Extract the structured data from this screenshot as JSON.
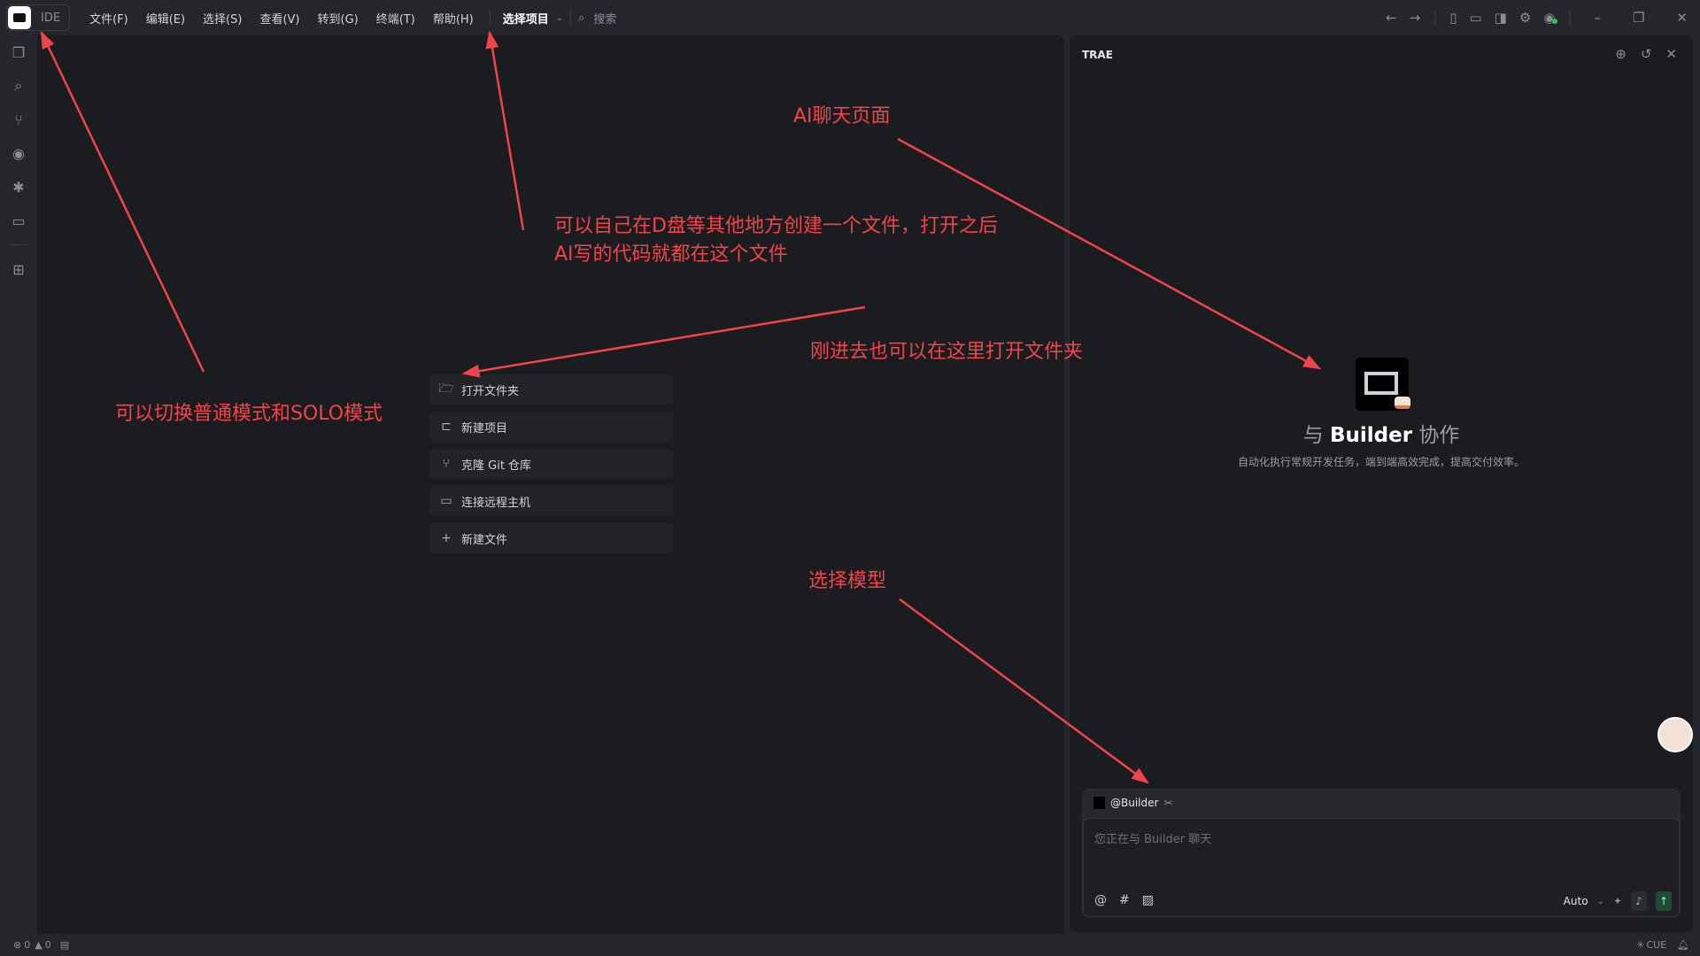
{
  "titlebar": {
    "mode": "IDE",
    "menu": [
      "文件(F)",
      "编辑(E)",
      "选择(S)",
      "查看(V)",
      "转到(G)",
      "终端(T)",
      "帮助(H)"
    ],
    "project": "选择项目",
    "search": "搜索"
  },
  "sidebar": {
    "icons": [
      "files-icon",
      "search-icon",
      "source-control-icon",
      "eye-icon",
      "debug-icon",
      "remote-icon",
      "extensions-icon"
    ]
  },
  "welcome": {
    "items": [
      {
        "icon": "folder-open-icon",
        "label": "打开文件夹"
      },
      {
        "icon": "new-project-icon",
        "label": "新建项目"
      },
      {
        "icon": "git-branch-icon",
        "label": "克隆 Git 仓库"
      },
      {
        "icon": "terminal-icon",
        "label": "连接远程主机"
      },
      {
        "icon": "plus-icon",
        "label": "新建文件"
      }
    ]
  },
  "chat": {
    "title": "TRAE",
    "heading_prefix": "与",
    "heading_name": "Builder",
    "heading_suffix": "协作",
    "subtitle": "自动化执行常规开发任务，端到端高效完成，提高交付效率。",
    "agent": "@Builder",
    "placeholder": "您正在与 Builder 聊天",
    "model": "Auto"
  },
  "status": {
    "errors": "0",
    "warnings": "0",
    "right": "CUE"
  },
  "annotations": {
    "mode": "可以切换普通模式和SOLO模式",
    "file_line1": "可以自己在D盘等其他地方创建一个文件，打开之后",
    "file_line2": "AI写的代码就都在这个文件",
    "folder": "刚进去也可以在这里打开文件夹",
    "chat": "AI聊天页面",
    "model": "选择模型"
  },
  "colors": {
    "annotation": "#f0444a",
    "accent_green": "#22c55e"
  }
}
